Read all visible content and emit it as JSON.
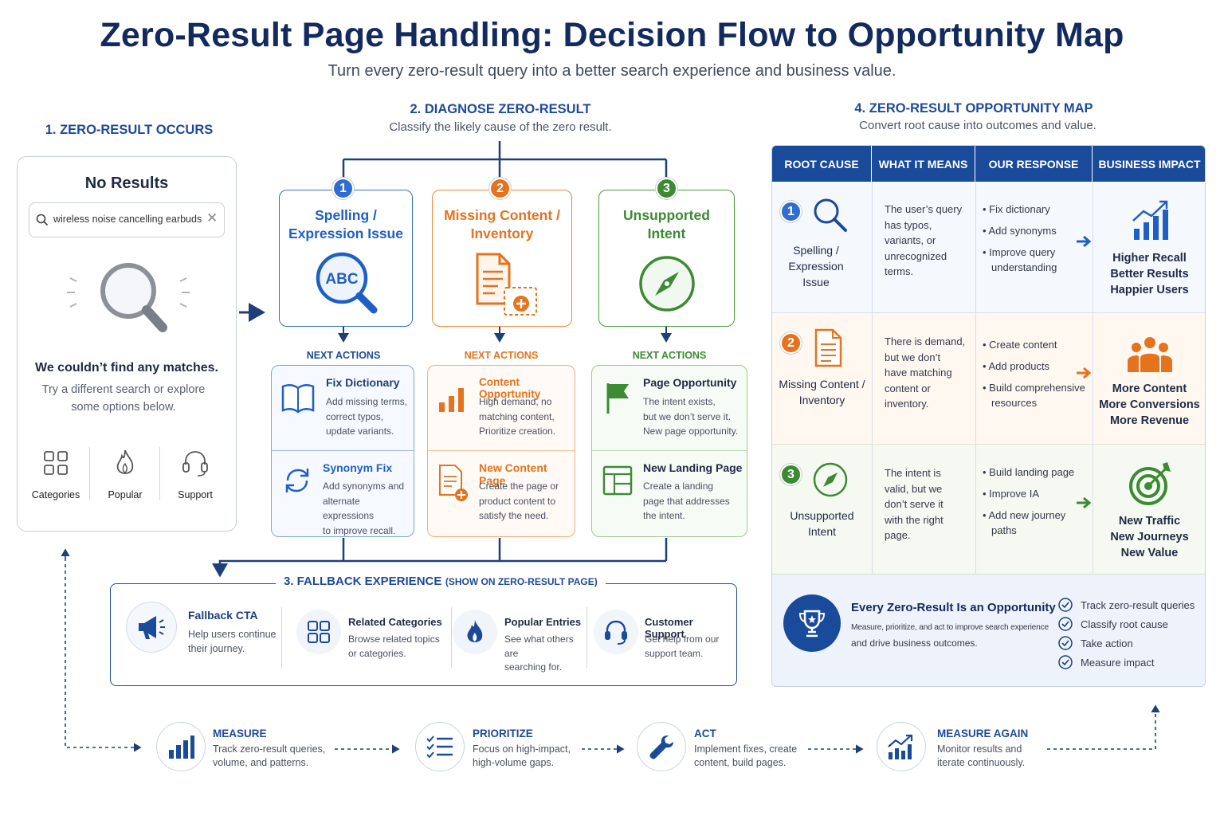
{
  "title": "Zero-Result Page Handling: Decision Flow to Opportunity Map",
  "subtitle": "Turn every zero-result query into a better search experience and business value.",
  "step1": {
    "heading": "1. ZERO-RESULT OCCURS",
    "panel_title": "No Results",
    "search_value": "wireless noise cancelling earbuds",
    "message": "We couldn’t find any matches.",
    "hint_line1": "Try a different search or explore",
    "hint_line2": "some options below.",
    "options": [
      "Categories",
      "Popular",
      "Support"
    ]
  },
  "step2": {
    "heading": "2. DIAGNOSE ZERO-RESULT",
    "sub": "Classify the likely cause of the zero result.",
    "causes": [
      {
        "num": "1",
        "line1": "Spelling /",
        "line2": "Expression Issue",
        "icon_text": "ABC"
      },
      {
        "num": "2",
        "line1": "Missing Content /",
        "line2": "Inventory"
      },
      {
        "num": "3",
        "line1": "Unsupported",
        "line2": "Intent"
      }
    ],
    "next_actions_label": "NEXT ACTIONS",
    "actions": [
      [
        {
          "title": "Fix Dictionary",
          "desc": [
            "Add missing terms,",
            "correct typos,",
            "update variants."
          ]
        },
        {
          "title": "Synonym Fix",
          "desc": [
            "Add synonyms and",
            "alternate expressions",
            "to improve recall."
          ]
        }
      ],
      [
        {
          "title": "Content Opportunity",
          "desc": [
            "High demand, no",
            "matching content,",
            "Prioritize creation."
          ]
        },
        {
          "title": "New Content Page",
          "desc": [
            "Create the page or",
            "product content to",
            "satisfy the need."
          ]
        }
      ],
      [
        {
          "title": "Page Opportunity",
          "desc": [
            "The intent exists,",
            "but we don’t serve it.",
            "New page opportunity."
          ]
        },
        {
          "title": "New Landing Page",
          "desc": [
            "Create a landing",
            "page that addresses",
            "the intent."
          ]
        }
      ]
    ]
  },
  "step3": {
    "heading": "3. FALLBACK EXPERIENCE",
    "heading_note": "(SHOW ON ZERO-RESULT PAGE)",
    "items": [
      {
        "title": "Fallback CTA",
        "desc": [
          "Help users continue",
          "their journey."
        ]
      },
      {
        "title": "Related Categories",
        "desc": [
          "Browse related topics",
          "or categories."
        ]
      },
      {
        "title": "Popular Entries",
        "desc": [
          "See what others are",
          "searching for."
        ]
      },
      {
        "title": "Customer Support",
        "desc": [
          "Get help from our",
          "support team."
        ]
      }
    ]
  },
  "step4": {
    "heading": "4. ZERO-RESULT OPPORTUNITY MAP",
    "sub": "Convert root cause into outcomes and value.",
    "columns": [
      "ROOT CAUSE",
      "WHAT IT MEANS",
      "OUR RESPONSE",
      "BUSINESS IMPACT"
    ],
    "rows": [
      {
        "num": "1",
        "cause": [
          "Spelling /",
          "Expression",
          "Issue"
        ],
        "meaning": [
          "The user’s query",
          "has typos,",
          "variants, or",
          "unrecognized",
          "terms."
        ],
        "response": [
          [
            "Fix dictionary"
          ],
          [
            "Add synonyms"
          ],
          [
            "Improve query",
            "understanding"
          ]
        ],
        "impact": [
          "Higher Recall",
          "Better Results",
          "Happier Users"
        ]
      },
      {
        "num": "2",
        "cause": [
          "Missing Content /",
          "Inventory"
        ],
        "meaning": [
          "There is demand,",
          "but we don’t",
          "have matching",
          "content or",
          "inventory."
        ],
        "response": [
          [
            "Create content"
          ],
          [
            "Add products"
          ],
          [
            "Build comprehensive",
            "resources"
          ]
        ],
        "impact": [
          "More Content",
          "More Conversions",
          "More Revenue"
        ]
      },
      {
        "num": "3",
        "cause": [
          "Unsupported",
          "Intent"
        ],
        "meaning": [
          "The intent is",
          "valid, but we",
          "don’t serve it",
          "with the right",
          "page."
        ],
        "response": [
          [
            "Build landing page"
          ],
          [
            "Improve IA"
          ],
          [
            "Add new journey",
            "paths"
          ]
        ],
        "impact": [
          "New Traffic",
          "New Journeys",
          "New Value"
        ]
      }
    ],
    "summary_title": "Every Zero-Result Is an Opportunity",
    "summary_line1": "Measure, prioritize, and act to improve search experience",
    "summary_line2": "and drive business outcomes.",
    "checklist": [
      "Track zero-result queries",
      "Classify root cause",
      "Take action",
      "Measure impact"
    ]
  },
  "loop": [
    {
      "title": "MEASURE",
      "desc": [
        "Track zero-result queries,",
        "volume, and patterns."
      ]
    },
    {
      "title": "PRIORITIZE",
      "desc": [
        "Focus on high-impact,",
        "high-volume gaps."
      ]
    },
    {
      "title": "ACT",
      "desc": [
        "Implement fixes, create",
        "content, build pages."
      ]
    },
    {
      "title": "MEASURE AGAIN",
      "desc": [
        "Monitor results and",
        "iterate continuously."
      ]
    }
  ],
  "colors": {
    "navy": "#132a5e",
    "blue": "#1f5fc4",
    "orange": "#e5721d",
    "green": "#3c8a33",
    "header": "#1a4a9a"
  }
}
